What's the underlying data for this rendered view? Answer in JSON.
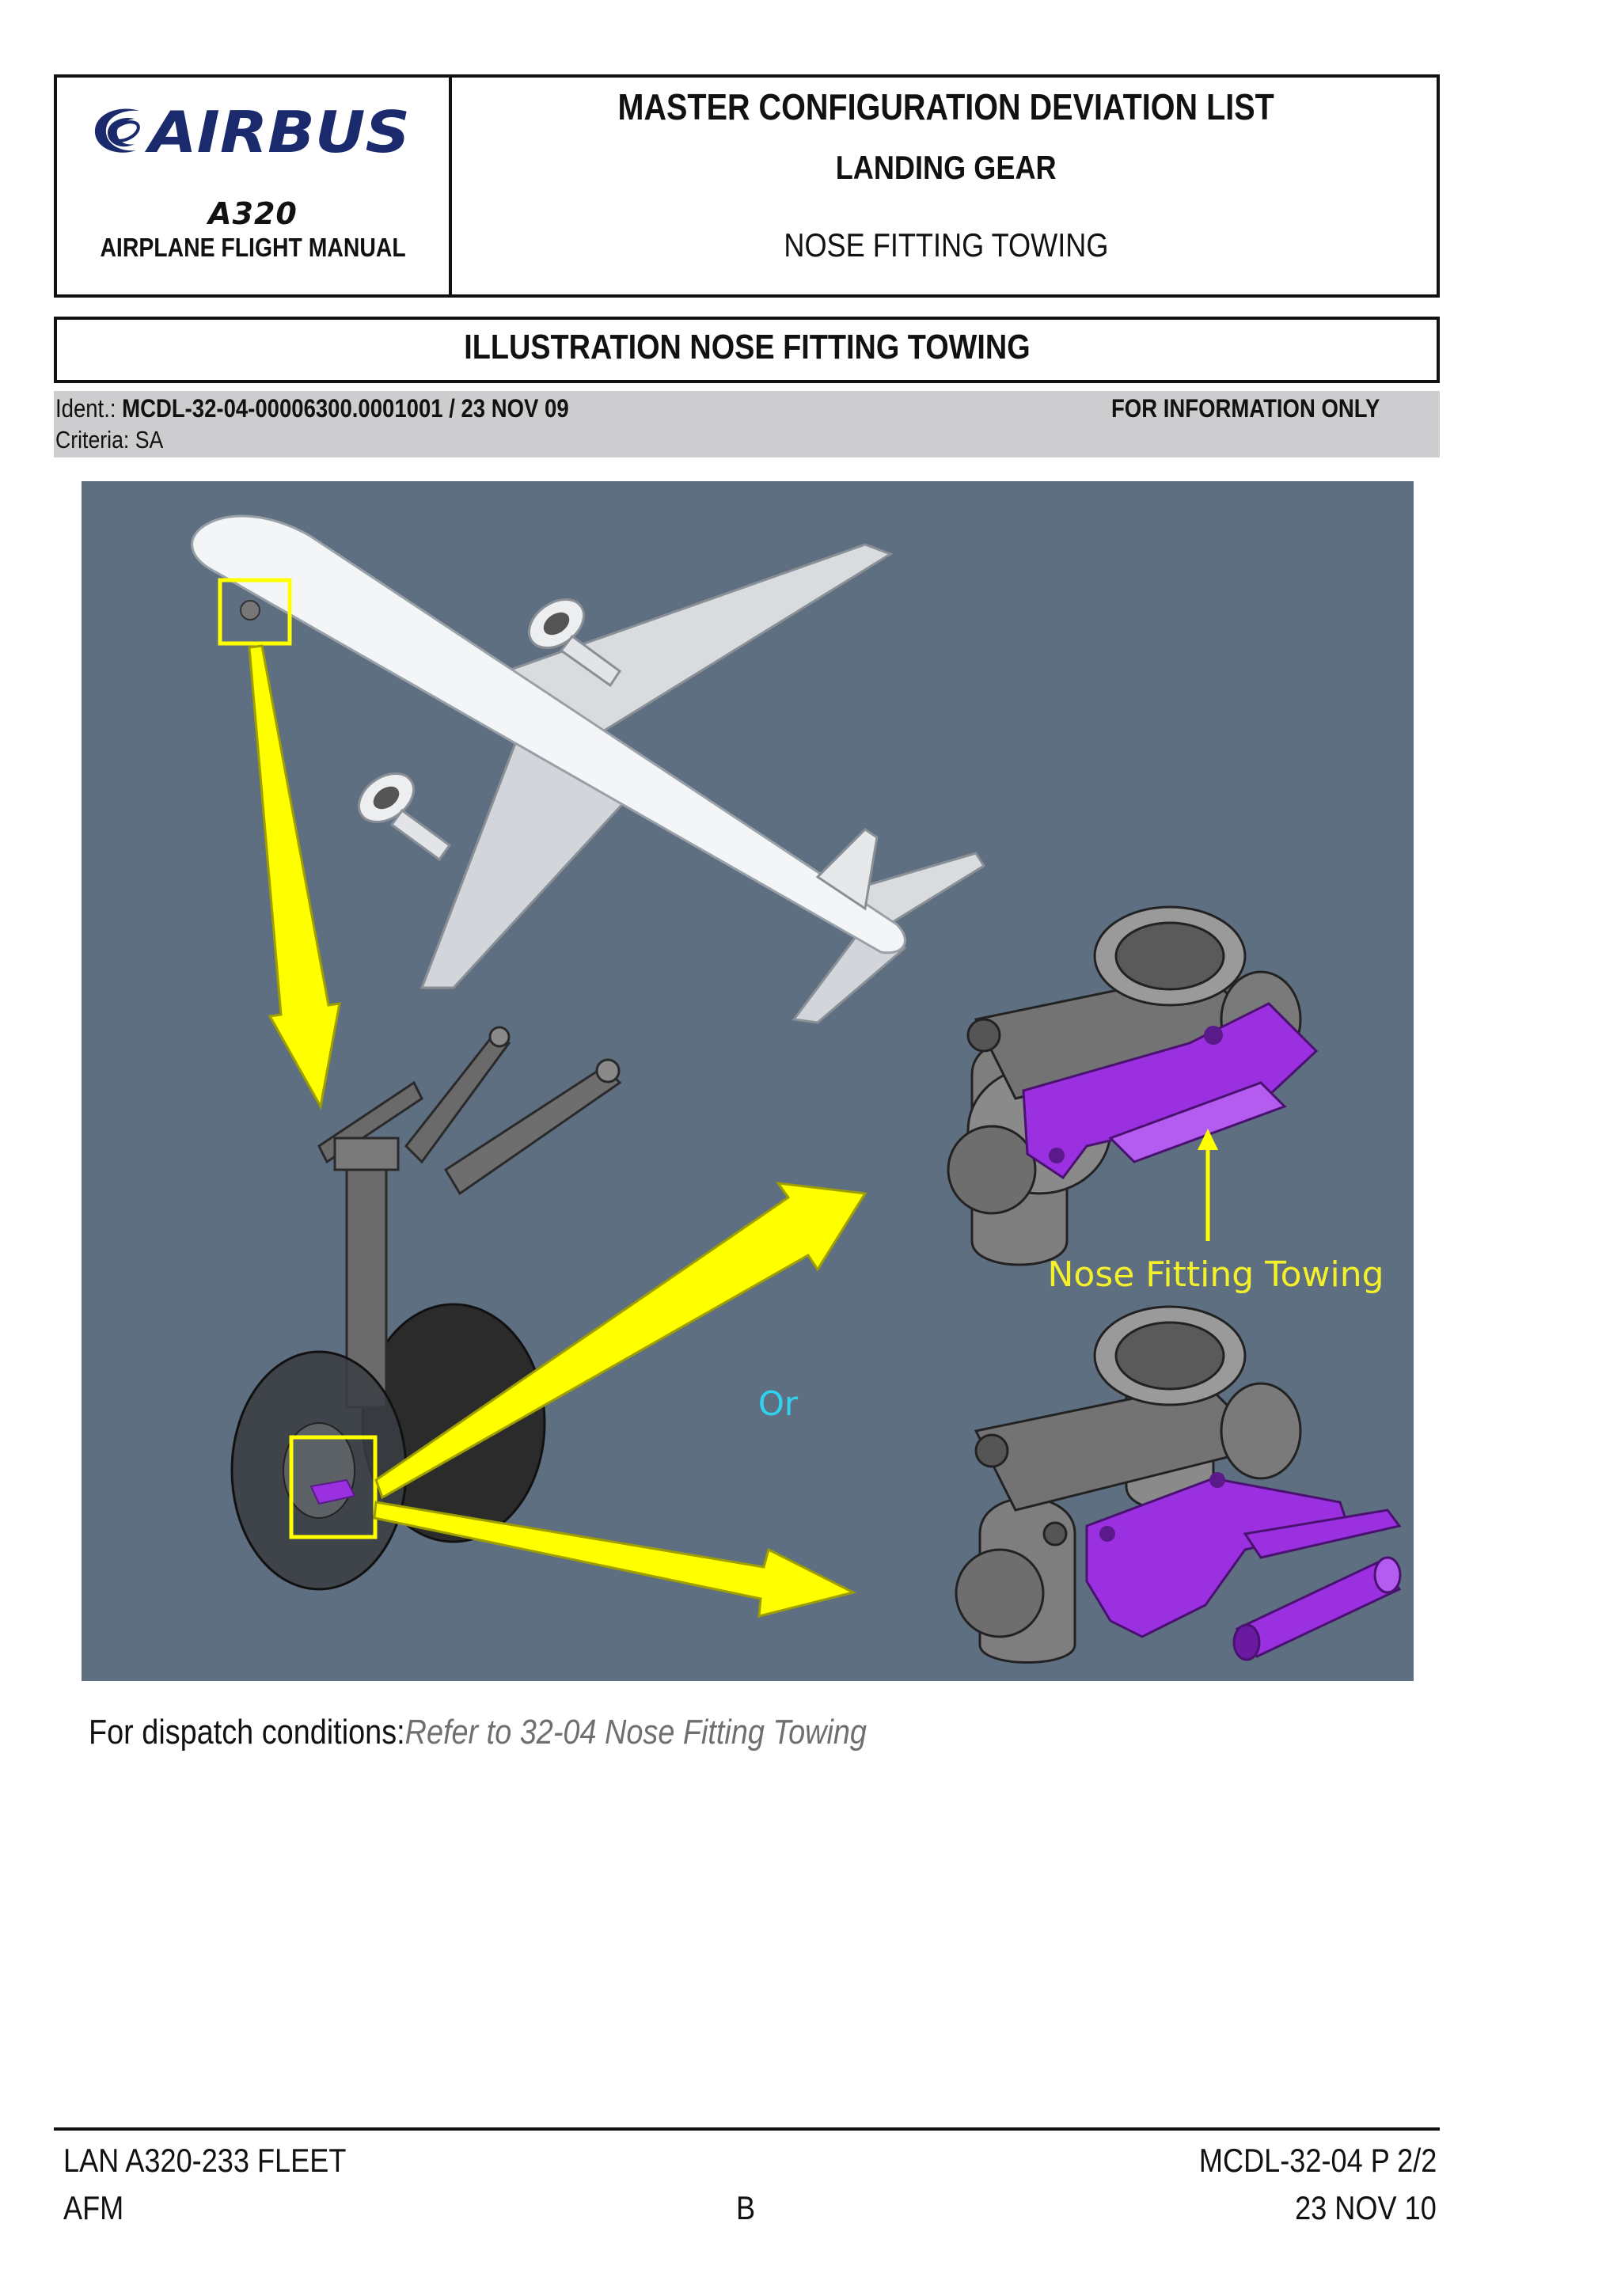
{
  "header": {
    "logo_text": "AIRBUS",
    "aircraft": "A320",
    "manual": "AIRPLANE FLIGHT MANUAL",
    "document_title": "MASTER CONFIGURATION DEVIATION LIST",
    "section": "LANDING GEAR",
    "subject": "NOSE FITTING TOWING"
  },
  "illustration_title": "ILLUSTRATION NOSE FITTING TOWING",
  "ident": {
    "label": "Ident.:",
    "value": "MCDL-32-04-00006300.0001001 / 23 NOV 09",
    "note": "FOR INFORMATION ONLY",
    "criteria": "Criteria: SA"
  },
  "figure": {
    "callout": "Nose Fitting Towing",
    "or_label": "Or",
    "colors": {
      "background": "#5f6f82",
      "arrow": "#ffff00",
      "fitting": "#9b30e0",
      "callout_text": "#f4f02a",
      "or_text": "#2fd3f0"
    }
  },
  "dispatch": {
    "label": "For dispatch conditions:",
    "reference": "Refer to 32-04 Nose Fitting Towing"
  },
  "footer": {
    "fleet": "LAN A320-233 FLEET",
    "manual_code": "AFM",
    "revision": "B",
    "page_ref": "MCDL-32-04 P 2/2",
    "date": "23 NOV 10"
  }
}
